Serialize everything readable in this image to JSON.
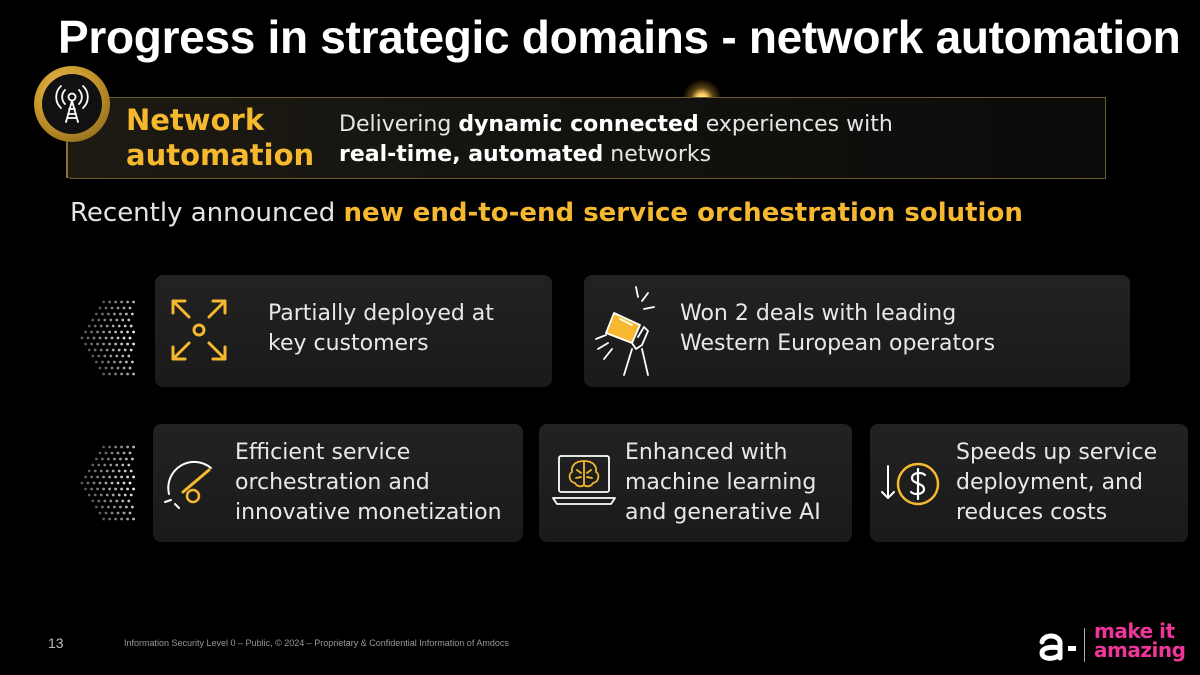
{
  "slide": {
    "title": "Progress in strategic domains - network automation",
    "page_number": "13",
    "footer": "Information Security Level 0 – Public, © 2024 – Proprietary & Confidential Information of Amdocs"
  },
  "banner": {
    "icon": "radio-tower-icon",
    "label_line1": "Network",
    "label_line2": "automation",
    "text_part1": "Delivering ",
    "text_bold1": "dynamic connected",
    "text_part2": " experiences with",
    "text_bold2": "real-time, automated",
    "text_part3": " networks"
  },
  "announcement": {
    "prefix": "Recently announced ",
    "highlight": "new end-to-end service orchestration solution"
  },
  "cards_row1": [
    {
      "icon": "expand-arrows-icon",
      "line1": "Partially deployed at",
      "line2": "key customers"
    },
    {
      "icon": "trophy-icon",
      "line1": "Won 2 deals with leading",
      "line2": "Western European operators"
    }
  ],
  "cards_row2": [
    {
      "icon": "speedometer-icon",
      "line1": "Efficient service",
      "line2": "orchestration and",
      "line3": "innovative monetization"
    },
    {
      "icon": "brain-laptop-icon",
      "line1": "Enhanced with",
      "line2": "machine learning",
      "line3": "and generative AI"
    },
    {
      "icon": "dollar-down-icon",
      "line1": "Speeds up service",
      "line2": "deployment, and",
      "line3": "reduces costs"
    }
  ],
  "brand": {
    "logo_mark": "a·",
    "tagline_line1": "make it",
    "tagline_line2": "amazing",
    "accent_color": "#f5b82e",
    "brand_color": "#f0359a"
  }
}
